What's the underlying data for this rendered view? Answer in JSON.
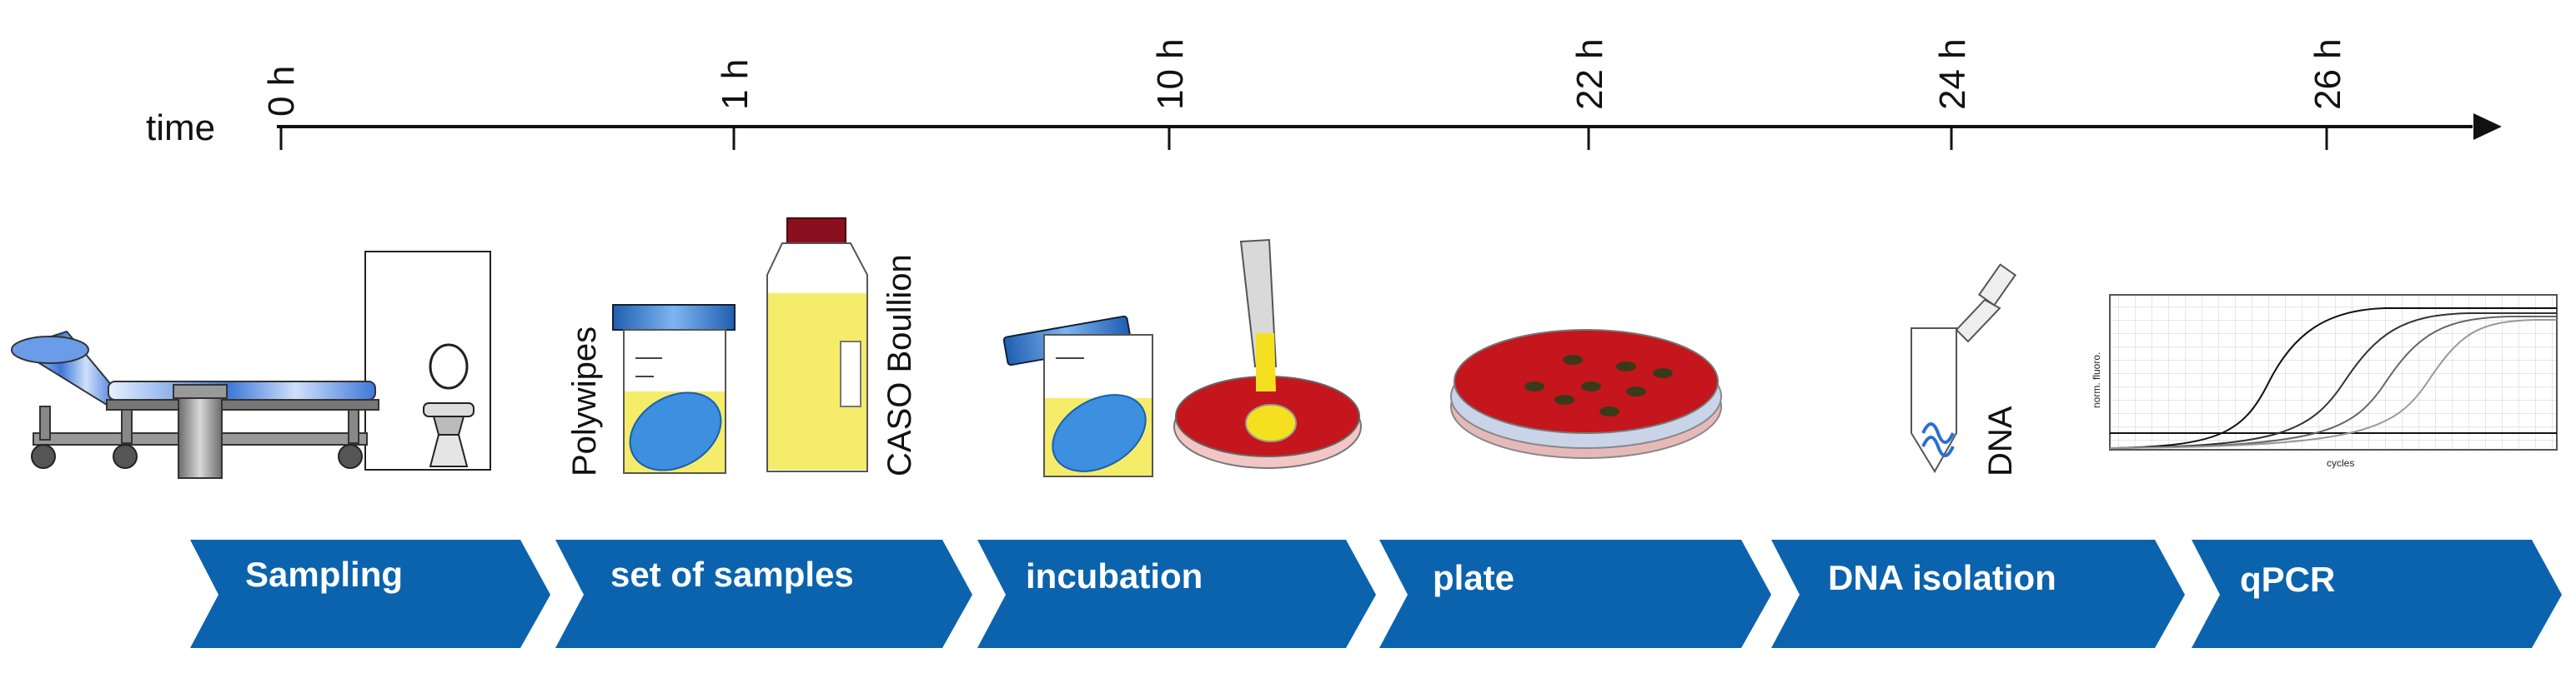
{
  "timeline": {
    "label": "time",
    "ticks": [
      "0 h",
      "1 h",
      "10 h",
      "22 h",
      "24 h",
      "26 h"
    ]
  },
  "labels": {
    "polywipes": "Polywipes",
    "caso": "CASO Boullion",
    "dna": "DNA"
  },
  "qpcr_plot": {
    "ylabel": "norm. fluoro.",
    "xlabel": "cycles"
  },
  "steps": [
    "Sampling",
    "set of samples",
    "incubation",
    "plate",
    "DNA isolation",
    "qPCR"
  ],
  "colors": {
    "arrow_blue": "#0b63ad",
    "agar_red": "#c4161c",
    "bottle_cap": "#8a1020",
    "wipe_blue": "#3d8fe0",
    "broth_yellow": "#f5ec6a"
  }
}
